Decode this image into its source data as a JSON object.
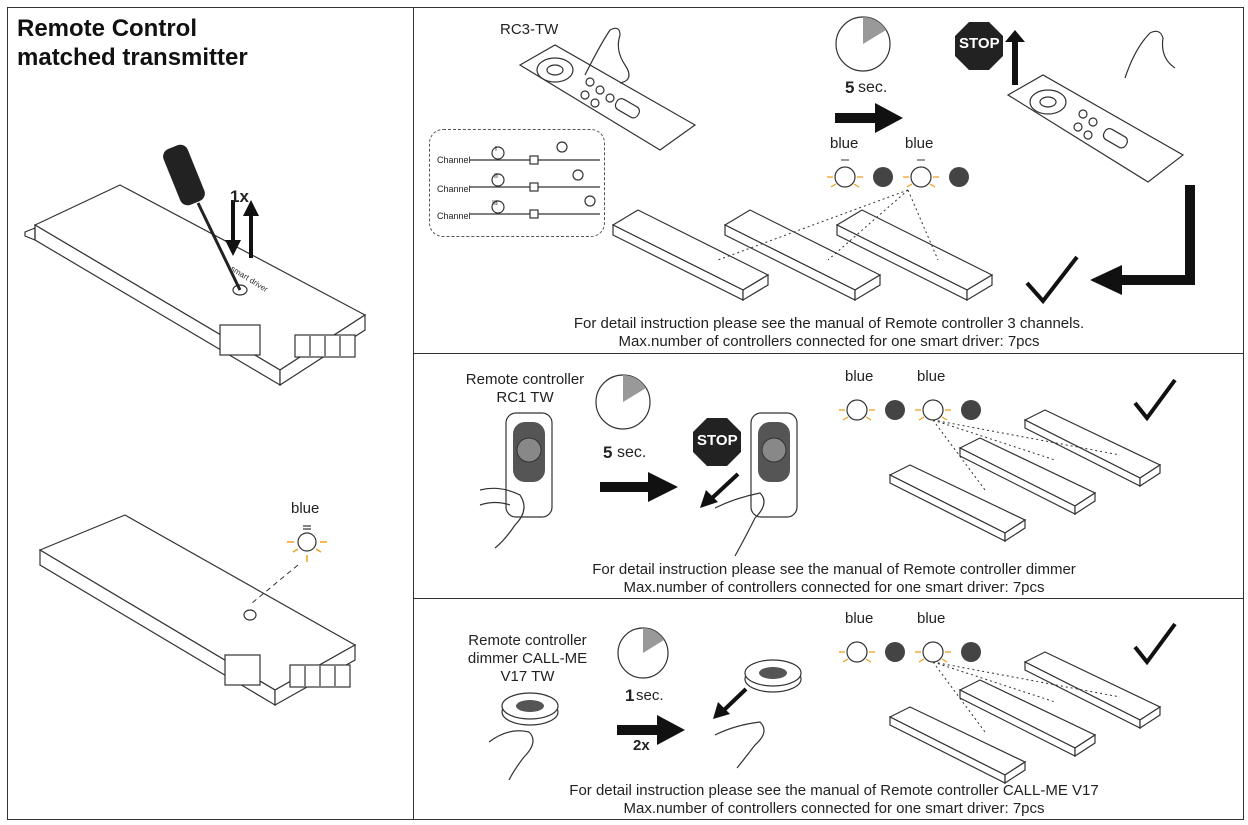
{
  "left_panel": {
    "title_line1": "Remote Control",
    "title_line2": "matched transmitter",
    "press_count": "1x",
    "led_color": "blue"
  },
  "panel_rc3": {
    "remote_name": "RC3-TW",
    "channel_label": "Channel",
    "channels": [
      "I",
      "II",
      "III"
    ],
    "timer_value": "5",
    "timer_unit": "sec.",
    "led_left": "blue",
    "led_right": "blue",
    "stop_label": "STOP",
    "note_line1": "For detail instruction please see the manual of Remote controller  3 channels.",
    "note_line2": "Max.number of controllers connected for one smart driver: 7pcs"
  },
  "panel_rc1": {
    "remote_name_line1": "Remote controller",
    "remote_name_line2": "RC1 TW",
    "timer_value": "5",
    "timer_unit": "sec.",
    "stop_label": "STOP",
    "led_left": "blue",
    "led_right": "blue",
    "note_line1": "For detail instruction please see the manual of Remote controller dimmer",
    "note_line2": "Max.number of controllers connected for one smart driver: 7pcs"
  },
  "panel_callme": {
    "remote_name_line1": "Remote controller",
    "remote_name_line2": "dimmer CALL-ME",
    "remote_name_line3": "V17 TW",
    "timer_value": "1",
    "timer_unit": "sec.",
    "press_count": "2x",
    "led_left": "blue",
    "led_right": "blue",
    "note_line1": "For detail instruction please see the manual of Remote controller CALL-ME V17",
    "note_line2": "Max.number of controllers connected for one smart driver: 7pcs"
  },
  "colors": {
    "led_glow": "#f0a020",
    "border": "#333333",
    "timer_fill": "#999999",
    "stop_fill": "#222222"
  }
}
